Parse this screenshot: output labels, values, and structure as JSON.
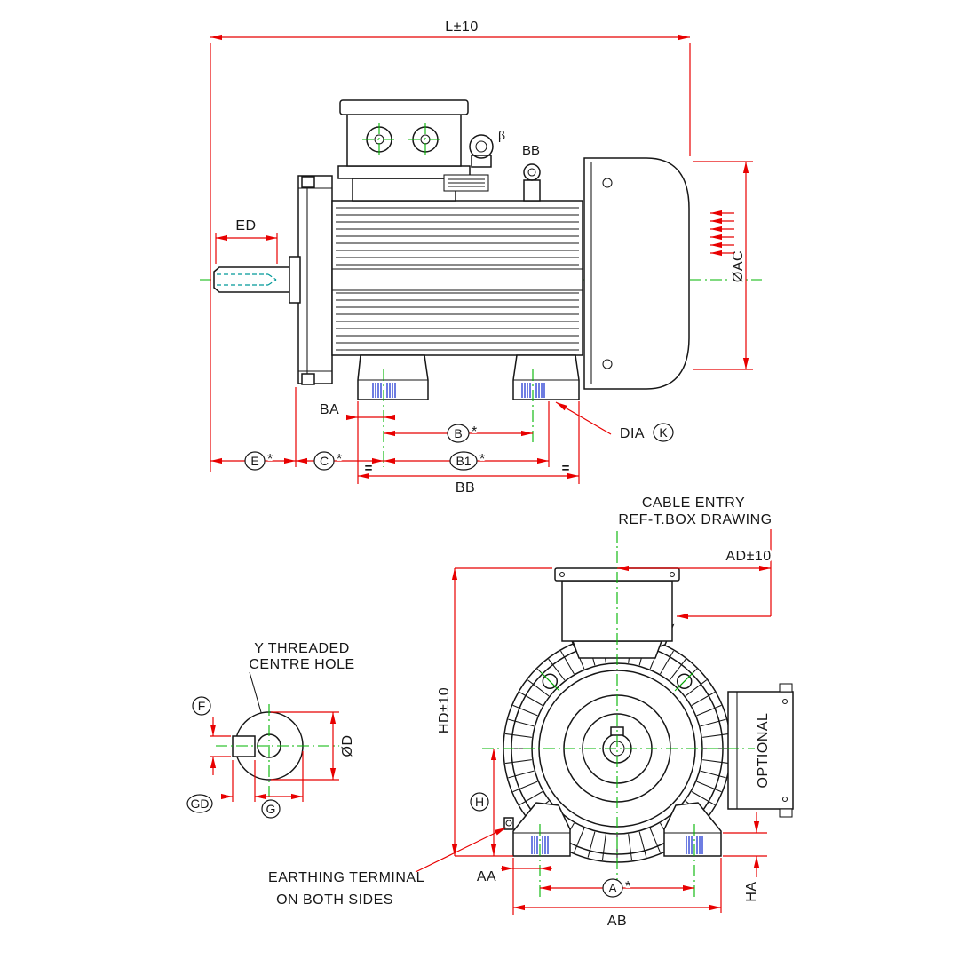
{
  "meta": {
    "type": "engineering-drawing",
    "subject": "electric motor dimension drawing"
  },
  "colors": {
    "outline": "#161616",
    "dimension": "#e80000",
    "centerline": "#00b400",
    "hatch": "#5566dd",
    "hidden": "#009999"
  },
  "side_view": {
    "dim_overall": "L±10",
    "dim_shaft": "ED",
    "dim_diameter": "ØAC",
    "label_beta": "β",
    "label_bb_top": "BB",
    "dim_ba": "BA",
    "dim_b": "B",
    "dim_b_star": "*",
    "dim_b1": "B1",
    "dim_b1_star": "*",
    "dim_e": "E",
    "dim_e_star": "*",
    "dim_c": "C",
    "dim_c_star": "*",
    "dim_bb": "BB",
    "label_dia": "DIA",
    "label_k": "K",
    "equals_left": "=",
    "equals_right": "="
  },
  "shaft_detail": {
    "note_line1": "Y THREADED",
    "note_line2": "CENTRE HOLE",
    "dim_f": "F",
    "dim_od": "ØD",
    "dim_gd": "GD",
    "dim_g": "G"
  },
  "front_view": {
    "note_cable1": "CABLE ENTRY",
    "note_cable2": "REF-T.BOX DRAWING",
    "dim_ad": "AD±10",
    "dim_hd": "HD±10",
    "label_optional": "OPTIONAL",
    "dim_h": "H",
    "dim_aa": "AA",
    "dim_a": "A",
    "dim_a_star": "*",
    "dim_ab": "AB",
    "dim_ha": "HA",
    "note_earth1": "EARTHING TERMINAL",
    "note_earth2": "ON BOTH SIDES"
  }
}
